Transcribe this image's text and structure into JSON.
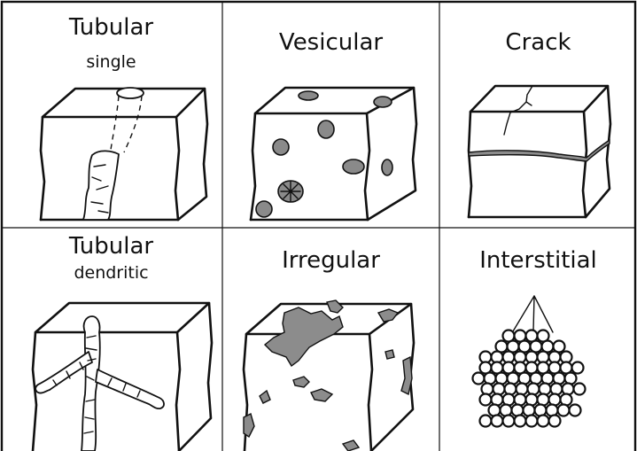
{
  "cells": [
    {
      "title": "Tubular",
      "subtitle": "single"
    },
    {
      "title": "Vesicular",
      "subtitle": ""
    },
    {
      "title": "Crack",
      "subtitle": ""
    },
    {
      "title": "Tubular",
      "subtitle": "dendritic"
    },
    {
      "title": "Irregular",
      "subtitle": ""
    },
    {
      "title": "Interstitial",
      "subtitle": ""
    }
  ],
  "colors": {
    "border": "#111111",
    "pore_fill": "#8a8a8a",
    "background": "#ffffff"
  }
}
